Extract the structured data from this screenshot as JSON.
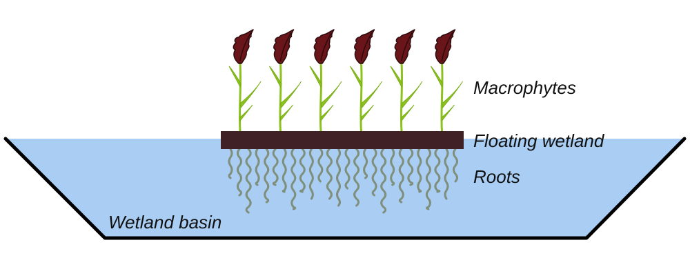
{
  "labels": {
    "macrophytes": "Macrophytes",
    "floating_wetland": "Floating wetland",
    "roots": "Roots",
    "wetland_basin": "Wetland basin"
  },
  "colors": {
    "water": "#a9cdf3",
    "basin_outline": "#000000",
    "floating_mat": "#402125",
    "stem": "#8cc21f",
    "plume": "#6a1519",
    "root": "#7f8f7c"
  },
  "plant_count": 6,
  "root_count": 26
}
